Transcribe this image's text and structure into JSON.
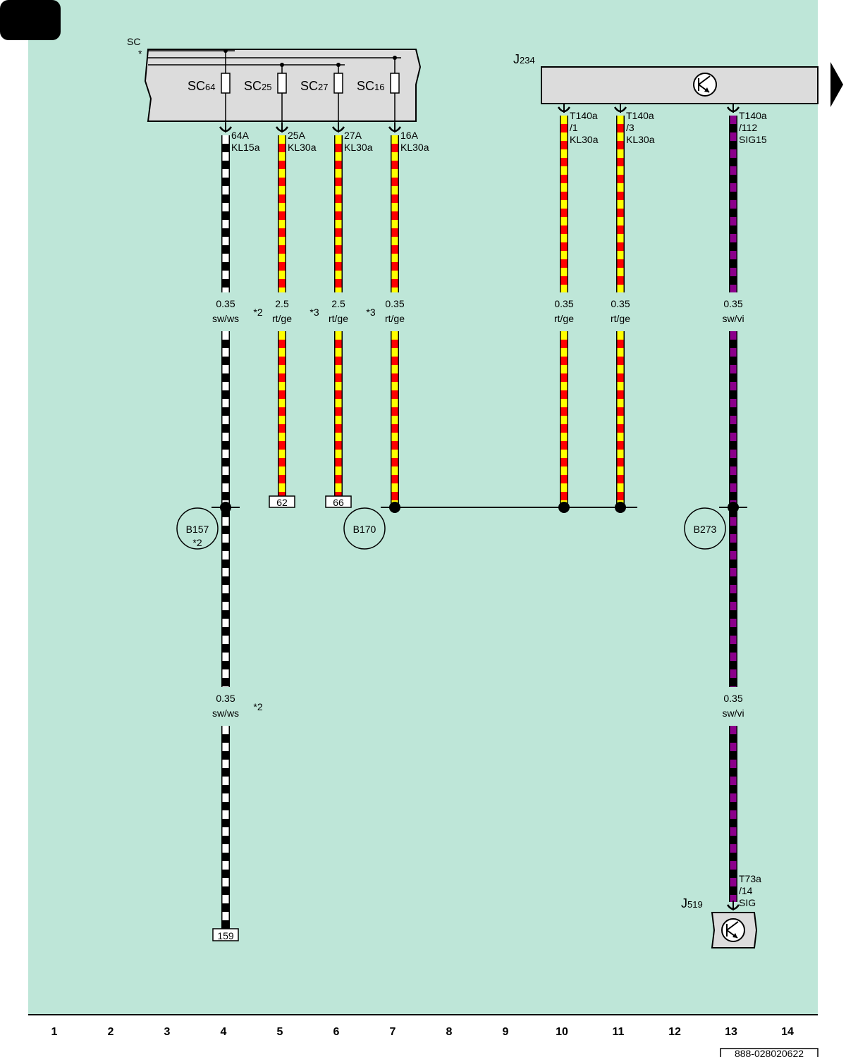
{
  "colors": {
    "background": "#bee6d8",
    "component_fill": "#dcdcdc",
    "red": "#ff0000",
    "yellow": "#ffff00",
    "black": "#000000",
    "white": "#ffffff",
    "violet": "#8b008b"
  },
  "fuse_box": {
    "title": "SC",
    "mark": "*",
    "fuses": [
      {
        "name": "SC",
        "sub": "64"
      },
      {
        "name": "SC",
        "sub": "25"
      },
      {
        "name": "SC",
        "sub": "27"
      },
      {
        "name": "SC",
        "sub": "16"
      }
    ]
  },
  "module_j234": {
    "name": "J",
    "sub": "234"
  },
  "module_j519": {
    "name": "J",
    "sub": "519"
  },
  "wires": [
    {
      "pin": [
        "64A",
        "KL15a"
      ],
      "segments": [
        {
          "size": "0.35",
          "color": "sw/ws",
          "note": "*2"
        },
        {
          "size": "0.35",
          "color": "sw/ws",
          "note": "*2"
        }
      ],
      "end_ref": "159"
    },
    {
      "pin": [
        "25A",
        "KL30a"
      ],
      "segments": [
        {
          "size": "2.5",
          "color": "rt/ge",
          "note": "*3"
        }
      ],
      "end_ref": "62"
    },
    {
      "pin": [
        "27A",
        "KL30a"
      ],
      "segments": [
        {
          "size": "2.5",
          "color": "rt/ge",
          "note": "*3"
        }
      ],
      "end_ref": "66"
    },
    {
      "pin": [
        "16A",
        "KL30a"
      ],
      "segments": [
        {
          "size": "0.35",
          "color": "rt/ge",
          "note": ""
        }
      ]
    },
    {
      "pin": [
        "T140a",
        "/1",
        "KL30a"
      ],
      "segments": [
        {
          "size": "0.35",
          "color": "rt/ge",
          "note": ""
        }
      ]
    },
    {
      "pin": [
        "T140a",
        "/3",
        "KL30a"
      ],
      "segments": [
        {
          "size": "0.35",
          "color": "rt/ge",
          "note": ""
        }
      ]
    },
    {
      "pin": [
        "T140a",
        "/112",
        "SIG15"
      ],
      "segments": [
        {
          "size": "0.35",
          "color": "sw/vi",
          "note": ""
        },
        {
          "size": "0.35",
          "color": "sw/vi",
          "note": ""
        }
      ],
      "end_pin": [
        "T73a",
        "/14",
        "SIG"
      ]
    }
  ],
  "splices": [
    {
      "label": "B157",
      "note": "*2"
    },
    {
      "label": "B170",
      "note": ""
    },
    {
      "label": "B273",
      "note": ""
    }
  ],
  "axis_numbers": [
    "1",
    "2",
    "3",
    "4",
    "5",
    "6",
    "7",
    "8",
    "9",
    "10",
    "11",
    "12",
    "13",
    "14"
  ],
  "doc_number": "888-028020622"
}
